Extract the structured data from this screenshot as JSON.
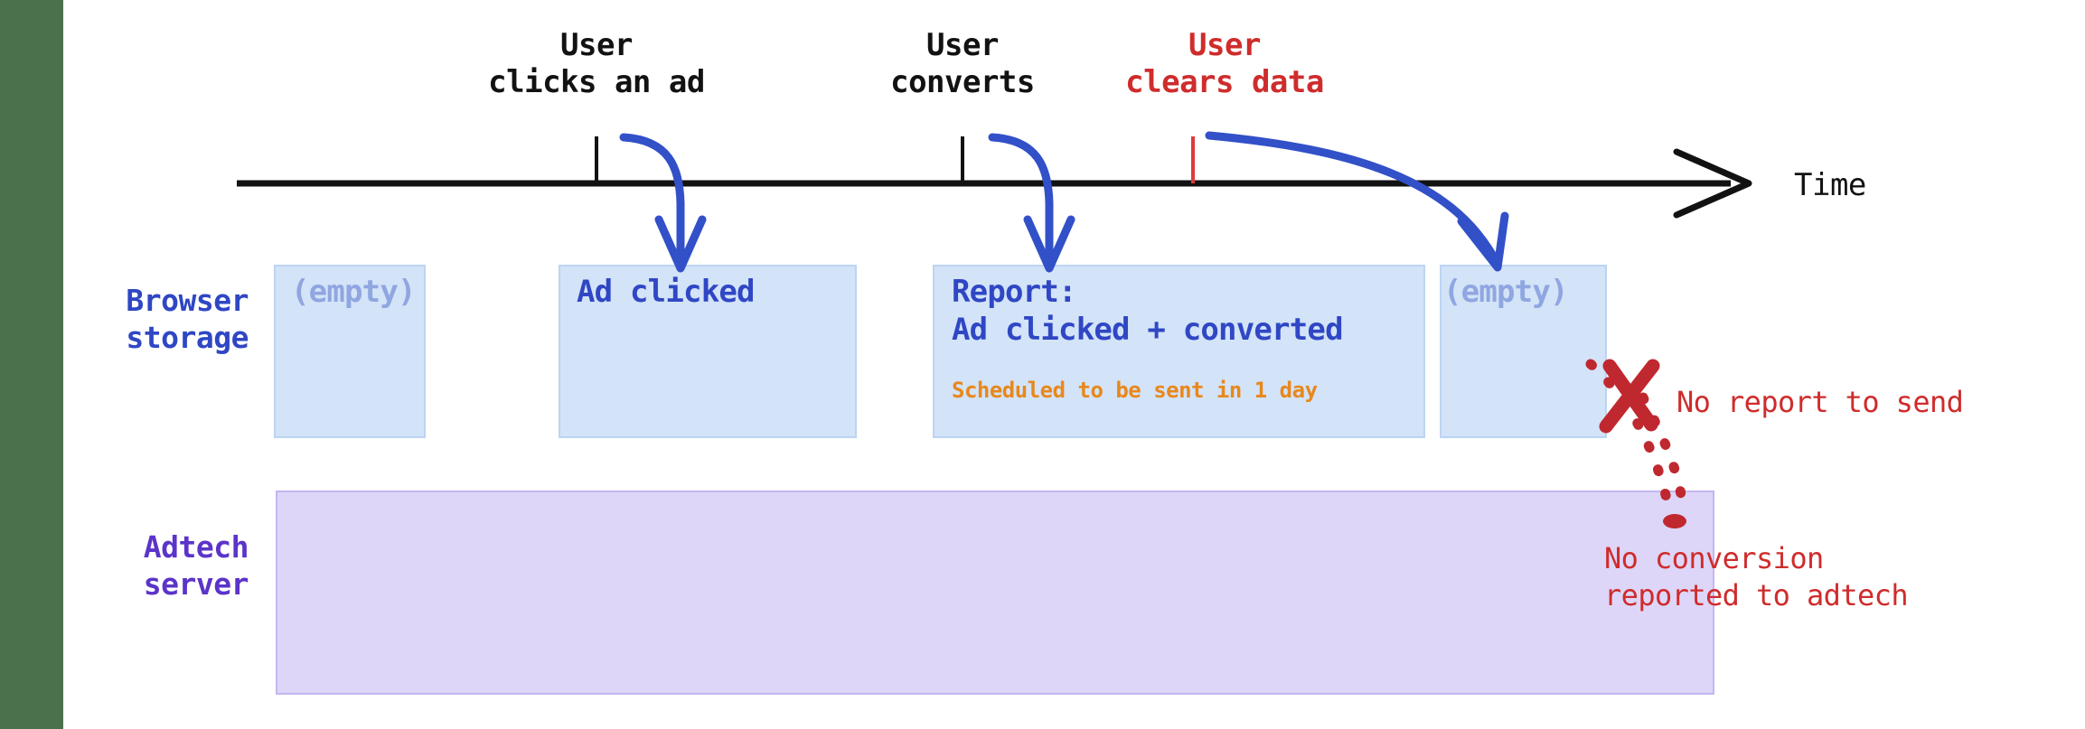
{
  "diagram": {
    "timeline": {
      "axis_label": "Time",
      "events": [
        {
          "id": "click",
          "label": "User\nclicks an ad",
          "color": "#121212",
          "tick_color": "#121212"
        },
        {
          "id": "convert",
          "label": "User\nconverts",
          "color": "#121212",
          "tick_color": "#121212"
        },
        {
          "id": "clear",
          "label": "User\nclears data",
          "color": "#cf2c2c",
          "tick_color": "#e03a3a"
        }
      ]
    },
    "rows": [
      {
        "id": "browser-storage",
        "label": "Browser\nstorage",
        "color": "#2f47c4"
      },
      {
        "id": "adtech-server",
        "label": "Adtech\nserver",
        "color": "#5b34c9"
      }
    ],
    "storage_states": [
      {
        "id": "state-1",
        "text": "(empty)",
        "sub": "",
        "empty": true
      },
      {
        "id": "state-2",
        "text": "Ad clicked",
        "sub": "",
        "empty": false
      },
      {
        "id": "state-3",
        "text": "Report:\nAd clicked + converted",
        "sub": "Scheduled to be sent in 1 day",
        "empty": false
      },
      {
        "id": "state-4",
        "text": "(empty)",
        "sub": "",
        "empty": true
      }
    ],
    "annotations": [
      {
        "id": "no-report",
        "text": "No report to send"
      },
      {
        "id": "no-conversion",
        "text": "No conversion\nreported to adtech"
      }
    ],
    "colors": {
      "green_bar": "#4a704c",
      "storage_fill": "#d3e3f8",
      "storage_border": "#bdd4f2",
      "server_fill": "#ddd6f8",
      "server_border": "#c4b6f0",
      "arrow_blue": "#3250c8",
      "red": "#cf2c2c",
      "orange": "#e8881b",
      "black": "#121212"
    }
  }
}
